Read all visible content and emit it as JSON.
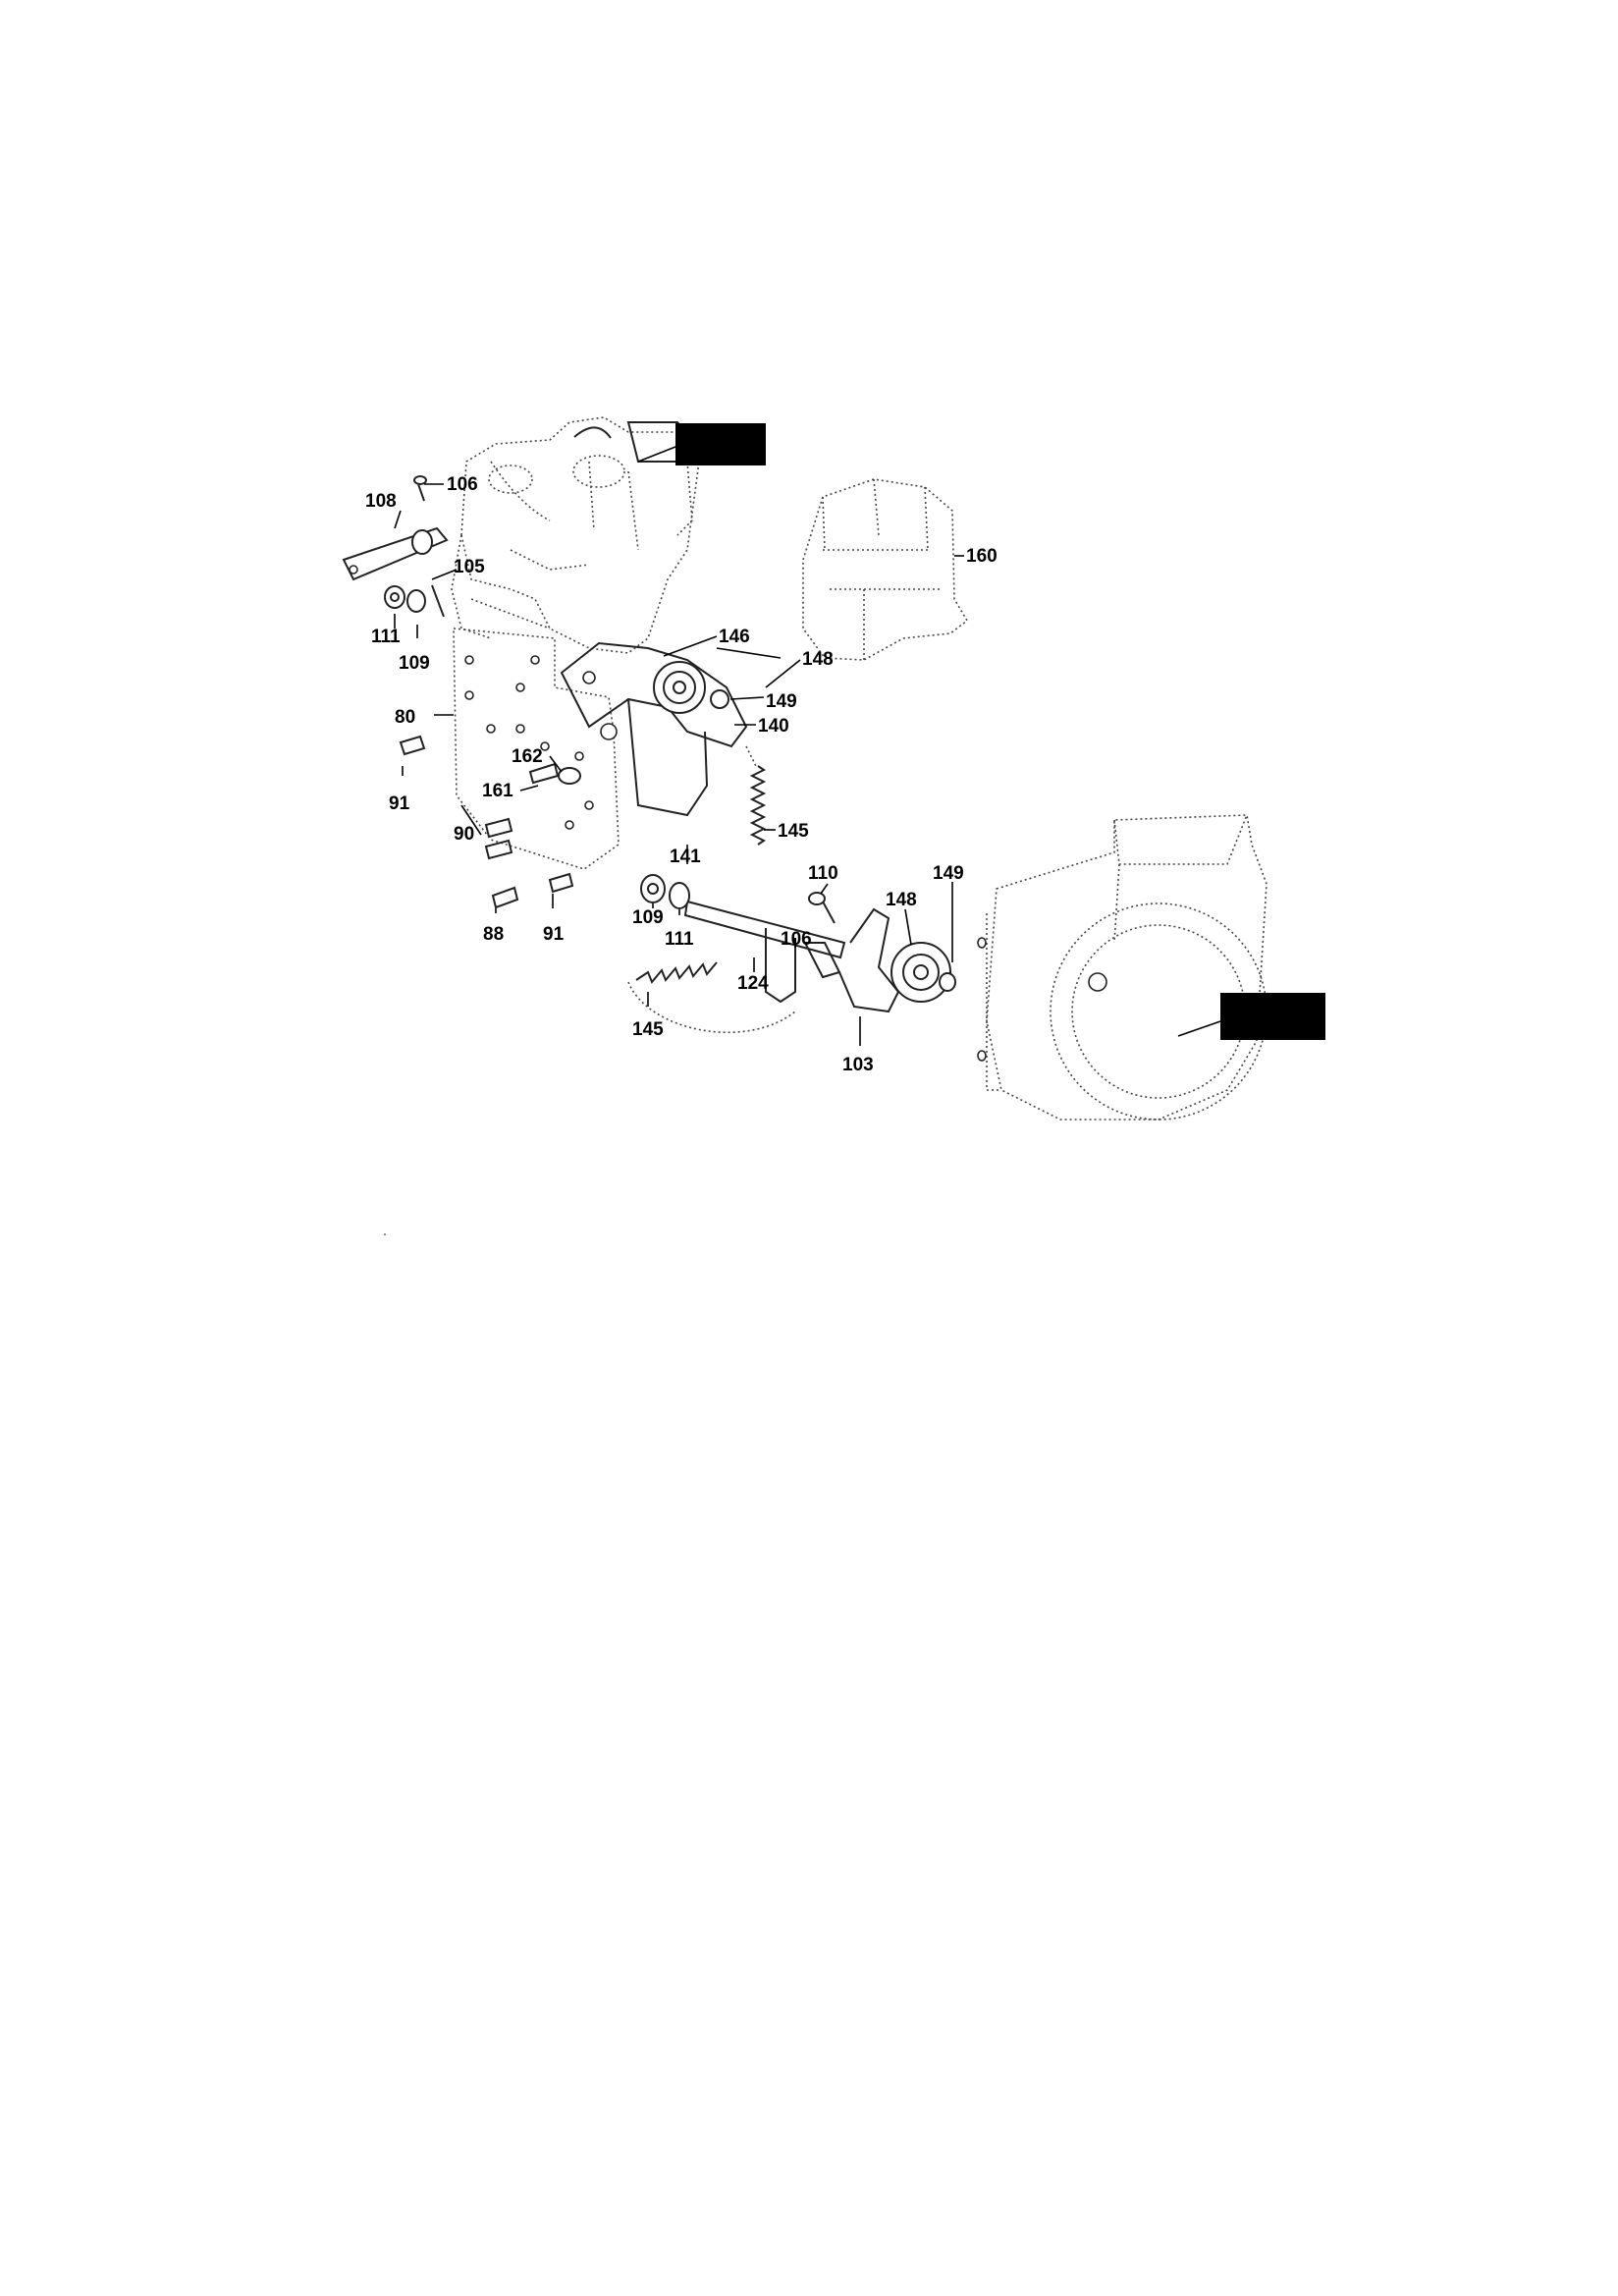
{
  "parts": [
    {
      "id": "p108",
      "label": "108"
    },
    {
      "id": "p106a",
      "label": "106"
    },
    {
      "id": "p105",
      "label": "105"
    },
    {
      "id": "p111a",
      "label": "111"
    },
    {
      "id": "p109a",
      "label": "109"
    },
    {
      "id": "p146",
      "label": "146"
    },
    {
      "id": "p148a",
      "label": "148"
    },
    {
      "id": "p149a",
      "label": "149"
    },
    {
      "id": "p140",
      "label": "140"
    },
    {
      "id": "p160",
      "label": "160"
    },
    {
      "id": "p80",
      "label": "80"
    },
    {
      "id": "p162",
      "label": "162"
    },
    {
      "id": "p91a",
      "label": "91"
    },
    {
      "id": "p161",
      "label": "161"
    },
    {
      "id": "p90",
      "label": "90"
    },
    {
      "id": "p141",
      "label": "141"
    },
    {
      "id": "p145a",
      "label": "145"
    },
    {
      "id": "p110",
      "label": "110"
    },
    {
      "id": "p149b",
      "label": "149"
    },
    {
      "id": "p148b",
      "label": "148"
    },
    {
      "id": "p88",
      "label": "88"
    },
    {
      "id": "p91b",
      "label": "91"
    },
    {
      "id": "p109b",
      "label": "109"
    },
    {
      "id": "p111b",
      "label": "111"
    },
    {
      "id": "p106b",
      "label": "106"
    },
    {
      "id": "p124",
      "label": "124"
    },
    {
      "id": "p145b",
      "label": "145"
    },
    {
      "id": "p103",
      "label": "103"
    }
  ]
}
